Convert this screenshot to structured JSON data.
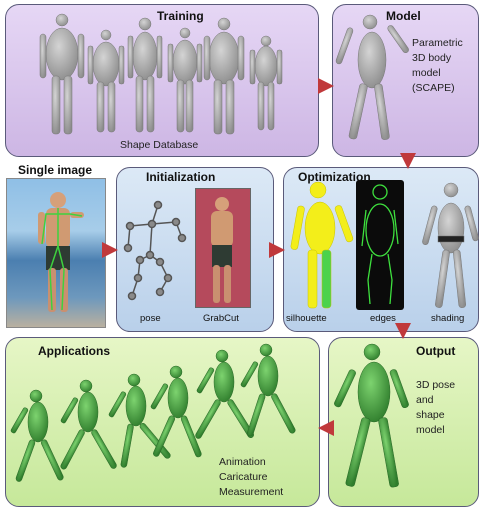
{
  "training": {
    "title": "Training",
    "caption": "Shape Database"
  },
  "model": {
    "title": "Model",
    "lines": [
      "Parametric",
      "3D body",
      "model",
      "(SCAPE)"
    ]
  },
  "single_image": {
    "title": "Single image"
  },
  "initialization": {
    "title": "Initialization",
    "labels": [
      "pose",
      "GrabCut"
    ]
  },
  "optimization": {
    "title": "Optimization",
    "labels": [
      "silhouette",
      "edges",
      "shading"
    ]
  },
  "applications": {
    "title": "Applications",
    "lines": [
      "Animation",
      "Caricature",
      "Measurement"
    ]
  },
  "output": {
    "title": "Output",
    "lines": [
      "3D pose",
      "and",
      "shape",
      "model"
    ]
  },
  "colors": {
    "training_panel": "#d9c6ec",
    "model_panel": "#d9c6ec",
    "init_panel": "#c9dcef",
    "opt_panel": "#c9dcef",
    "app_panel": "#d8f0b0",
    "output_panel": "#d8f0b0",
    "arrow": "#c0393b",
    "grey_body": "#a9a9a9",
    "green_body": "#3f9a3c"
  }
}
